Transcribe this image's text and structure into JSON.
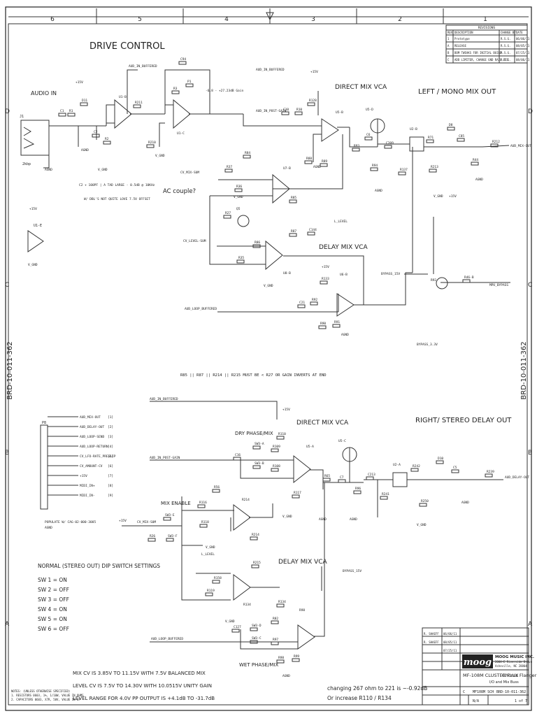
{
  "zones": {
    "cols": [
      "6",
      "5",
      "4",
      "3",
      "2",
      "1"
    ],
    "rows": [
      "D",
      "C",
      "B",
      "A"
    ]
  },
  "side_id": "BRD-10-011-362",
  "headings": {
    "drive_control": "DRIVE CONTROL",
    "audio_in": "AUDIO IN",
    "left_out": "LEFT / MONO MIX OUT",
    "right_out": "RIGHT/ STEREO DELAY OUT",
    "direct_vca_top": "DIRECT MIX VCA",
    "delay_vca_top": "DELAY MIX VCA",
    "direct_vca_bot": "DIRECT MIX VCA",
    "delay_vca_bot": "DELAY MIX VCA",
    "dry_phase": "DRY PHASE/MIX",
    "wet_phase": "WET PHASE/MIX",
    "mix_enable": "MIX ENABLE",
    "ac_couple": "AC couple?"
  },
  "notes": {
    "gain_note": "-6.8 - +27.23dB Gain",
    "c2_note": "C2 + 100PF | A TAD LARGE - 0.5dB @ 10KHz",
    "dc_note": "W/ DBL'S NOT QUITE LOVE 7.5V OFFSET",
    "r85_note": "R85 || R87 || R214 || R215 MUST BE < R27 OR GAIN INVERTS AT END",
    "populate": "POPULATE W/ CAG-02-000-3085",
    "gain_change1": "changing 267 ohm to 221 is ~-0.92dB",
    "gain_change2": "Or increase R110 / R134"
  },
  "dip": {
    "title": "NORMAL (STEREO OUT) DIP SWITCH SETTINGS",
    "items": [
      "SW 1 = ON",
      "SW 2 = OFF",
      "SW 3 = OFF",
      "SW 4 = ON",
      "SW 5 = ON",
      "SW 6 = OFF"
    ]
  },
  "specs": [
    "MIX CV IS 3.85V TO 11.15V WITH 7.5V BALANCED MIX",
    "LEVEL CV IS 7.5V TO 14.30V WITH 10.0515V UNITY GAIN",
    "LEVEL RANGE FOR 4.0V PP OUTPUT IS +4.1dB TO -31.7dB"
  ],
  "footnotes": [
    "NOTES: (UNLESS OTHERWISE SPECIFIED)",
    "1. RESISTORS 0603, 1%, 1/10W, VALUE IN OHMS",
    "2. CAPACITORS 0603, X7R, 50V, VALUE IN uF"
  ],
  "revisions": {
    "title": "REVISIONS",
    "headers": [
      "REV",
      "DESCRIPTION",
      "CHANGE BY",
      "DATE"
    ],
    "rows": [
      [
        "1",
        "Prototype",
        "R.S.G.",
        "06/06/11"
      ],
      [
        "A",
        "RELEASE",
        "R.S.G.",
        "08/05/11"
      ],
      [
        "B",
        "BOM TWEAKS FOR INITIAL BUILD",
        "R.S.G.",
        "07/25/11"
      ],
      [
        "C",
        "ADD LIMITER, CHANGE GND RAIL ETC",
        "R.S.G.",
        "08/06/11"
      ]
    ]
  },
  "title_block": {
    "company": "MOOG MUSIC INC.",
    "address": [
      "2004-E Riverside Drive",
      "Asheville, NC 28804"
    ],
    "product": "MF-108M CLUSTER FLUX",
    "product2": "Chorus Flanger",
    "subtitle": "I/O and Mix Buss",
    "drawn_by": "R. SHAEFF",
    "dates": [
      "06/06/11",
      "08/05/11",
      "07/25/11"
    ],
    "docno": "BRD-10-011-362",
    "schname": "MF108M SCH",
    "rev": "C",
    "sheet": "1 of 7",
    "scale": "N/A"
  },
  "connector": {
    "ref": "P8",
    "pins": [
      "AUD_MIX-OUT",
      "AUD_DELAY-OUT",
      "AUD_LOOP-SEND",
      "AUD_LOOP-RETURN",
      "CV_LFO-RATE_PRESLIP",
      "CV_AMOUNT-CV",
      "+15V",
      "MIDI_IN+",
      "MIDI_IN-"
    ],
    "pin_nums": [
      "[1]",
      "[2]",
      "[3]",
      "[4]",
      "[5]",
      "[6]",
      "[7]",
      "[8]",
      "[9]"
    ]
  },
  "labels": {
    "top": [
      "J1",
      "C1",
      "R1",
      "D11",
      "U1-B",
      "R211",
      "C2",
      "R2",
      "C94",
      "R3",
      "P1",
      "U1-C",
      "R210",
      "R84",
      "R37",
      "R36",
      "U7-B",
      "R85",
      "R27",
      "Q5",
      "R87",
      "C144",
      "R86",
      "U8-B",
      "R35",
      "C10",
      "R10",
      "R128",
      "R88",
      "R89",
      "U5-B",
      "U5-D",
      "R93",
      "C6",
      "R94",
      "C209",
      "R137",
      "U2-B",
      "R71",
      "D8",
      "C85",
      "R213",
      "R44",
      "R212",
      "Q2",
      "R46-B",
      "R133",
      "C21",
      "R92",
      "U6-B",
      "R90",
      "R91"
    ],
    "bot": [
      "C16",
      "SW3-A",
      "R109",
      "R110",
      "SW3-B",
      "R108",
      "U5-A",
      "U5-C",
      "R65",
      "C7",
      "R96",
      "C213",
      "R241",
      "U2-A",
      "R242",
      "D10",
      "C5",
      "R239",
      "R250",
      "R116",
      "R118",
      "U7-A",
      "R214",
      "SW3-E",
      "R26",
      "SW3-F",
      "R215",
      "R158",
      "R119",
      "U8-A",
      "R134",
      "C127",
      "SW3-D",
      "R82",
      "SW3-C",
      "U6-A",
      "R97",
      "R98",
      "R99",
      "R117",
      "R56"
    ],
    "nets": {
      "in_buff": "AUD_IN_BUFFERED",
      "in_post": "AUD_IN_POST-GAIN",
      "cv_mix": "CV_MIX-SUM",
      "cv_level": "CV_LEVEL-SUM",
      "loop_buff": "AUD_LOOP_BUFFERED",
      "mix_out": "AUD_MIX-OUT",
      "delay_out": "AUD_DELAY-OUT",
      "bypass15": "BYPASS_15V",
      "bypass33": "BYPASS_3.3V",
      "mpu_bypass": "MPU_BYPASS",
      "agnd": "AGND",
      "vgnd": "V_GND",
      "p15": "+15V",
      "jack": "2kbp",
      "level_lbl": "L_LEVEL"
    }
  }
}
